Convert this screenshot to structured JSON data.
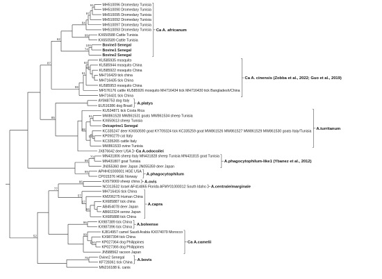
{
  "leaves": [
    "MH510096 Dromedary Tunisia",
    "MH510090 Dromedary Tunisia",
    "MH510095 Dromedary Tunisia",
    "MH510092 Dromedary Tunisia",
    "MH510097 Dromedary Tunisia",
    "MH510093 Dromedary Tunisia",
    "KX650588 Cattle Tunisia",
    "KX650589 Cattle Tunisia",
    "Bovine3 Senegal",
    "Bovine1 Senegal",
    "Bovine2 Senegal",
    "KU585935 mosquito",
    "KU585944 mosquito China",
    "KU585922 mosquito China",
    "MH716429 tick china",
    "MH716435 tick China",
    "KU585953 mosquito China",
    "MF576176 cattle KU585926 mosquito MH716434 tick MH716430 tick Bangladesh/China",
    "MH716431 tick China",
    "AY848753 dog Italy",
    "EU516386 dog Brasil",
    "KU534871 tick Costa Rica",
    "MW861528 MW861531 goats MW861534 sheep Tunisia",
    "KX650613 sheep Tunisia",
    "Ovicaprine1 Senegal",
    "KC335247 deer KX650590 goat KY709324 tick KC335259 goat MW861526 MW861527 MW861529 MW861530 goats Italy/Tunisia",
    "KP090279 cat Italy",
    "KC335265 cattle Italy",
    "MW861533 ovine Tunisia",
    "JX876642 deer USA",
    "MN431806 sheep Italy MN431828 sheep Tunisia MN431815 goat Tunisia",
    "MN431807 goat Tunisia",
    "JN055360 deer Japan JN055359 deer Japan",
    "APHH01000001 HGE USA",
    "CP015376 HGE Norway",
    "KX579069 sheep china",
    "NC013532 Israel AF414865 Florida AFMY01000012 South Idaho",
    "MH716416 tick China",
    "KM206275 Human China",
    "KX685887 tick china",
    "AB454078 deer Japan",
    "AB602324 serow Japan",
    "KX685888 tick China",
    "KX987389 tick China",
    "KX987396 tick China",
    "KJ814957 camel Saudi Arabia KX074079 Morocco",
    "KX987394 tick China",
    "KP027364 dog Philippines",
    "KP027366 dog Philippines",
    "JN588562 racoon Japan",
    "Ovine2 Senegal",
    "KF728361 tick China",
    "MN216188 E. canis"
  ],
  "bold_leaves": [
    8,
    9,
    10,
    24
  ],
  "groups": [
    {
      "label": "Ca A. africanum",
      "from": 0,
      "to": 10
    },
    {
      "label": "Ca A. cinensis (Zobba et al., 2022; Guo et al., 2019)",
      "from": 11,
      "to": 18
    },
    {
      "label": "A.platys",
      "from": 19,
      "to": 20
    },
    {
      "label": "A.turritanum",
      "from": 21,
      "to": 28
    },
    {
      "label": "Ca A.odocoilei",
      "from": 29,
      "to": 29
    },
    {
      "label": "A.phagocytophilum-like1 (Ybanez et al., 2012)",
      "from": 30,
      "to": 32
    },
    {
      "label": "A.phagocytophilum",
      "from": 33,
      "to": 34
    },
    {
      "label": "A.ovis",
      "from": 35,
      "to": 35
    },
    {
      "label": "A.centrale/marginale",
      "from": 36,
      "to": 36
    },
    {
      "label": "A.capra",
      "from": 37,
      "to": 42
    },
    {
      "label": "A.boleense",
      "from": 43,
      "to": 44
    },
    {
      "label": "Ca A.camelii",
      "from": 45,
      "to": 49
    },
    {
      "label": "A.bovis",
      "from": 50,
      "to": 51
    }
  ],
  "bootstrap": [
    "61",
    "97",
    "84",
    "62",
    "74",
    "99",
    "100",
    "53",
    "87",
    "93",
    "61",
    "59",
    "91",
    "98",
    "85",
    "100",
    "99",
    "70",
    "99",
    "86",
    "77",
    "94",
    "67",
    "52",
    "57",
    "96",
    "75",
    "100",
    "99"
  ]
}
